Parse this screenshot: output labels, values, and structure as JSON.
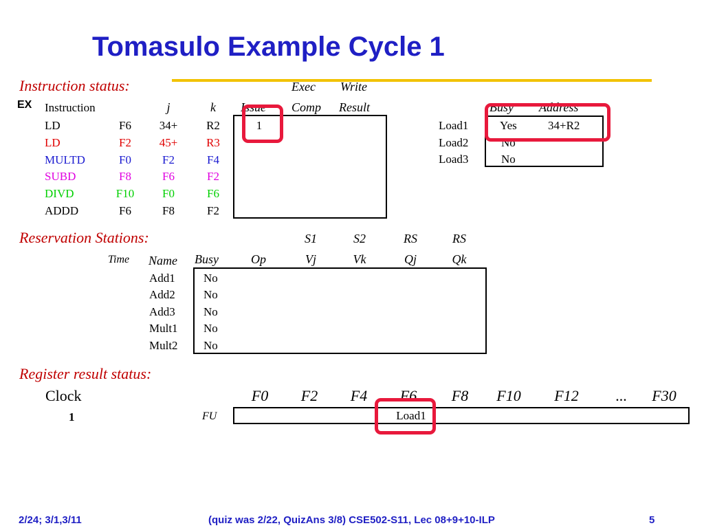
{
  "title": "Tomasulo Example Cycle 1",
  "instruction_status": {
    "heading": "Instruction status:",
    "marker": "EX",
    "header_top": [
      "Exec",
      "Write"
    ],
    "columns": [
      "Instruction",
      "j",
      "k",
      "Issue",
      "Comp",
      "Result"
    ],
    "rows": [
      {
        "op": "LD",
        "dest": "F6",
        "j": "34+",
        "k": "R2",
        "issue": "1",
        "color": "#000000"
      },
      {
        "op": "LD",
        "dest": "F2",
        "j": "45+",
        "k": "R3",
        "issue": "",
        "color": "#e00000"
      },
      {
        "op": "MULTD",
        "dest": "F0",
        "j": "F2",
        "k": "F4",
        "issue": "",
        "color": "#1a1ad0"
      },
      {
        "op": "SUBD",
        "dest": "F8",
        "j": "F6",
        "k": "F2",
        "issue": "",
        "color": "#e000e0"
      },
      {
        "op": "DIVD",
        "dest": "F10",
        "j": "F0",
        "k": "F6",
        "issue": "",
        "color": "#00d000"
      },
      {
        "op": "ADDD",
        "dest": "F6",
        "j": "F8",
        "k": "F2",
        "issue": "",
        "color": "#000000"
      }
    ]
  },
  "load_buffers": {
    "columns": [
      "Busy",
      "Address"
    ],
    "rows": [
      {
        "name": "Load1",
        "busy": "Yes",
        "address": "34+R2"
      },
      {
        "name": "Load2",
        "busy": "No",
        "address": ""
      },
      {
        "name": "Load3",
        "busy": "No",
        "address": ""
      }
    ]
  },
  "reservation_stations": {
    "heading": "Reservation Stations:",
    "header_top": [
      "S1",
      "S2",
      "RS",
      "RS"
    ],
    "columns": [
      "Time",
      "Name",
      "Busy",
      "Op",
      "Vj",
      "Vk",
      "Qj",
      "Qk"
    ],
    "rows": [
      {
        "name": "Add1",
        "busy": "No"
      },
      {
        "name": "Add2",
        "busy": "No"
      },
      {
        "name": "Add3",
        "busy": "No"
      },
      {
        "name": "Mult1",
        "busy": "No"
      },
      {
        "name": "Mult2",
        "busy": "No"
      }
    ]
  },
  "register_status": {
    "heading": "Register result status:",
    "clock_label": "Clock",
    "clock_value": "1",
    "fu_label": "FU",
    "registers": [
      "F0",
      "F2",
      "F4",
      "F6",
      "F8",
      "F10",
      "F12",
      "...",
      "F30"
    ],
    "fu_values": [
      "",
      "",
      "",
      "Load1",
      "",
      "",
      "",
      "",
      ""
    ]
  },
  "footer": {
    "left": "2/24; 3/1,3/11",
    "center": "(quiz was 2/22, QuizAns 3/8)  CSE502-S11, Lec 08+9+10-ILP",
    "right": "5"
  },
  "colors": {
    "title": "#1f1fc4",
    "section": "#c00000",
    "highlight": "#e8193c",
    "rule": "#f2c200"
  }
}
